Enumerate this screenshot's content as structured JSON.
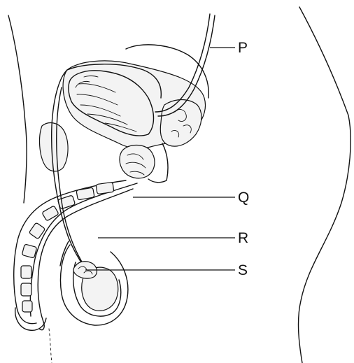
{
  "labels": {
    "p": "P",
    "q": "Q",
    "r": "R",
    "s": "S"
  },
  "colors": {
    "ink": "#111111",
    "background": "#ffffff"
  }
}
